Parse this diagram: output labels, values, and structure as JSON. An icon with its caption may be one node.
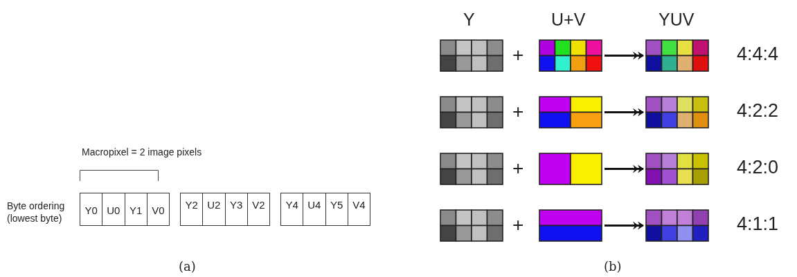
{
  "diagram": {
    "nodes": [
      {
        "text": [
          "Y0"
        ]
      },
      {
        "text": [
          "U0"
        ]
      },
      {
        "text": [
          "Y1"
        ]
      },
      {
        "text": [
          "V0"
        ]
      },
      {
        "text": [
          "Y2"
        ]
      },
      {
        "text": [
          "U2"
        ]
      },
      {
        "text": [
          "Y3"
        ]
      },
      {
        "text": [
          "V2"
        ]
      },
      {
        "text": [
          "Y4"
        ]
      },
      {
        "text": [
          "U4"
        ]
      },
      {
        "text": [
          "Y5"
        ]
      },
      {
        "text": [
          "V4"
        ]
      },
      {
        "text": [],
        "shape": "box"
      },
      {
        "text": [],
        "shape": "box"
      },
      {
        "text": [],
        "shape": "box"
      },
      {
        "text": [],
        "shape": "box"
      },
      {
        "text": [],
        "shape": "box"
      },
      {
        "text": [],
        "shape": "box"
      },
      {
        "text": [],
        "shape": "box"
      },
      {
        "text": [],
        "shape": "box"
      },
      {
        "text": [],
        "shape": "box"
      },
      {
        "text": [],
        "shape": "box"
      },
      {
        "text": [],
        "shape": "box"
      },
      {
        "text": [],
        "shape": "box"
      }
    ],
    "edges": [
      {
        "from": 13,
        "to": 14,
        "arrow": "to"
      },
      {
        "from": 16,
        "to": 17,
        "arrow": "to"
      },
      {
        "from": 19,
        "to": 20,
        "arrow": "to"
      },
      {
        "from": 22,
        "to": 23,
        "arrow": "to"
      }
    ],
    "labels": [
      "Macropixel = 2 image pixels",
      "Byte ordering (lowest byte)",
      "Y",
      "U+V",
      "YUV",
      "+",
      "4:4:4",
      "+",
      "4:2:2",
      "+",
      "4:2:0",
      "+",
      "4:1:1",
      "(a)",
      "(b)"
    ]
  }
}
